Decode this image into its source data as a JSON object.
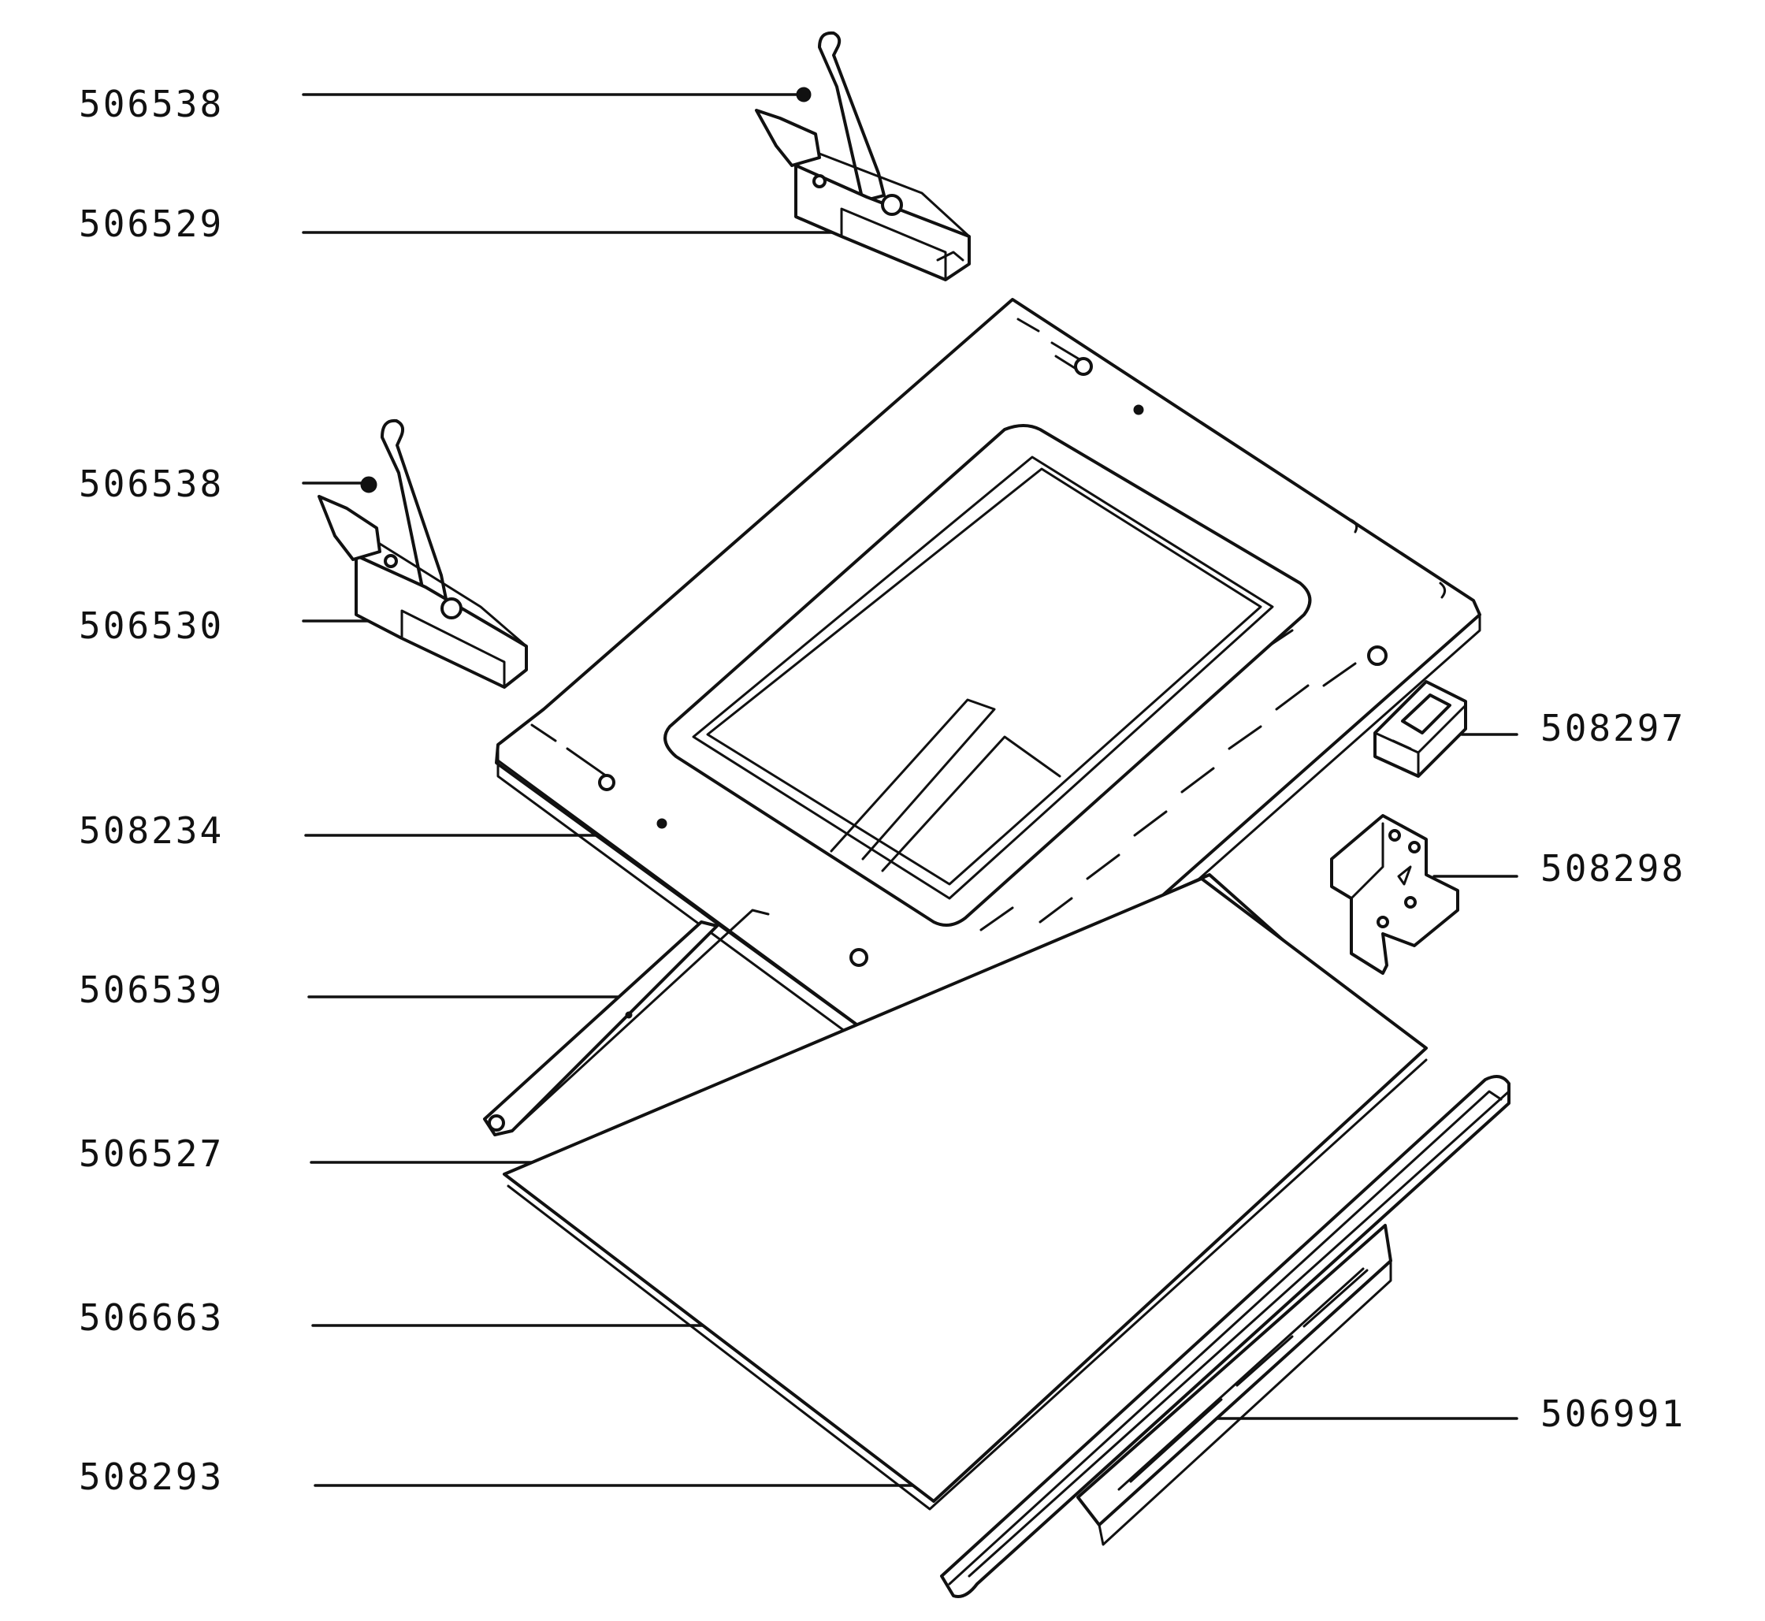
{
  "parts": {
    "hinge_pin_top": "506538",
    "hinge_right": "506529",
    "hinge_pin_mid": "506538",
    "hinge_left": "506530",
    "inner_door_frame": "508234",
    "side_rail": "506539",
    "inner_glass": "506527",
    "glass_seal": "506663",
    "outer_glass": "508293",
    "catch_clip": "508297",
    "catch_bracket": "508298",
    "door_handle": "506991"
  },
  "colors": {
    "ink": "#111111",
    "paper": "#ffffff"
  }
}
